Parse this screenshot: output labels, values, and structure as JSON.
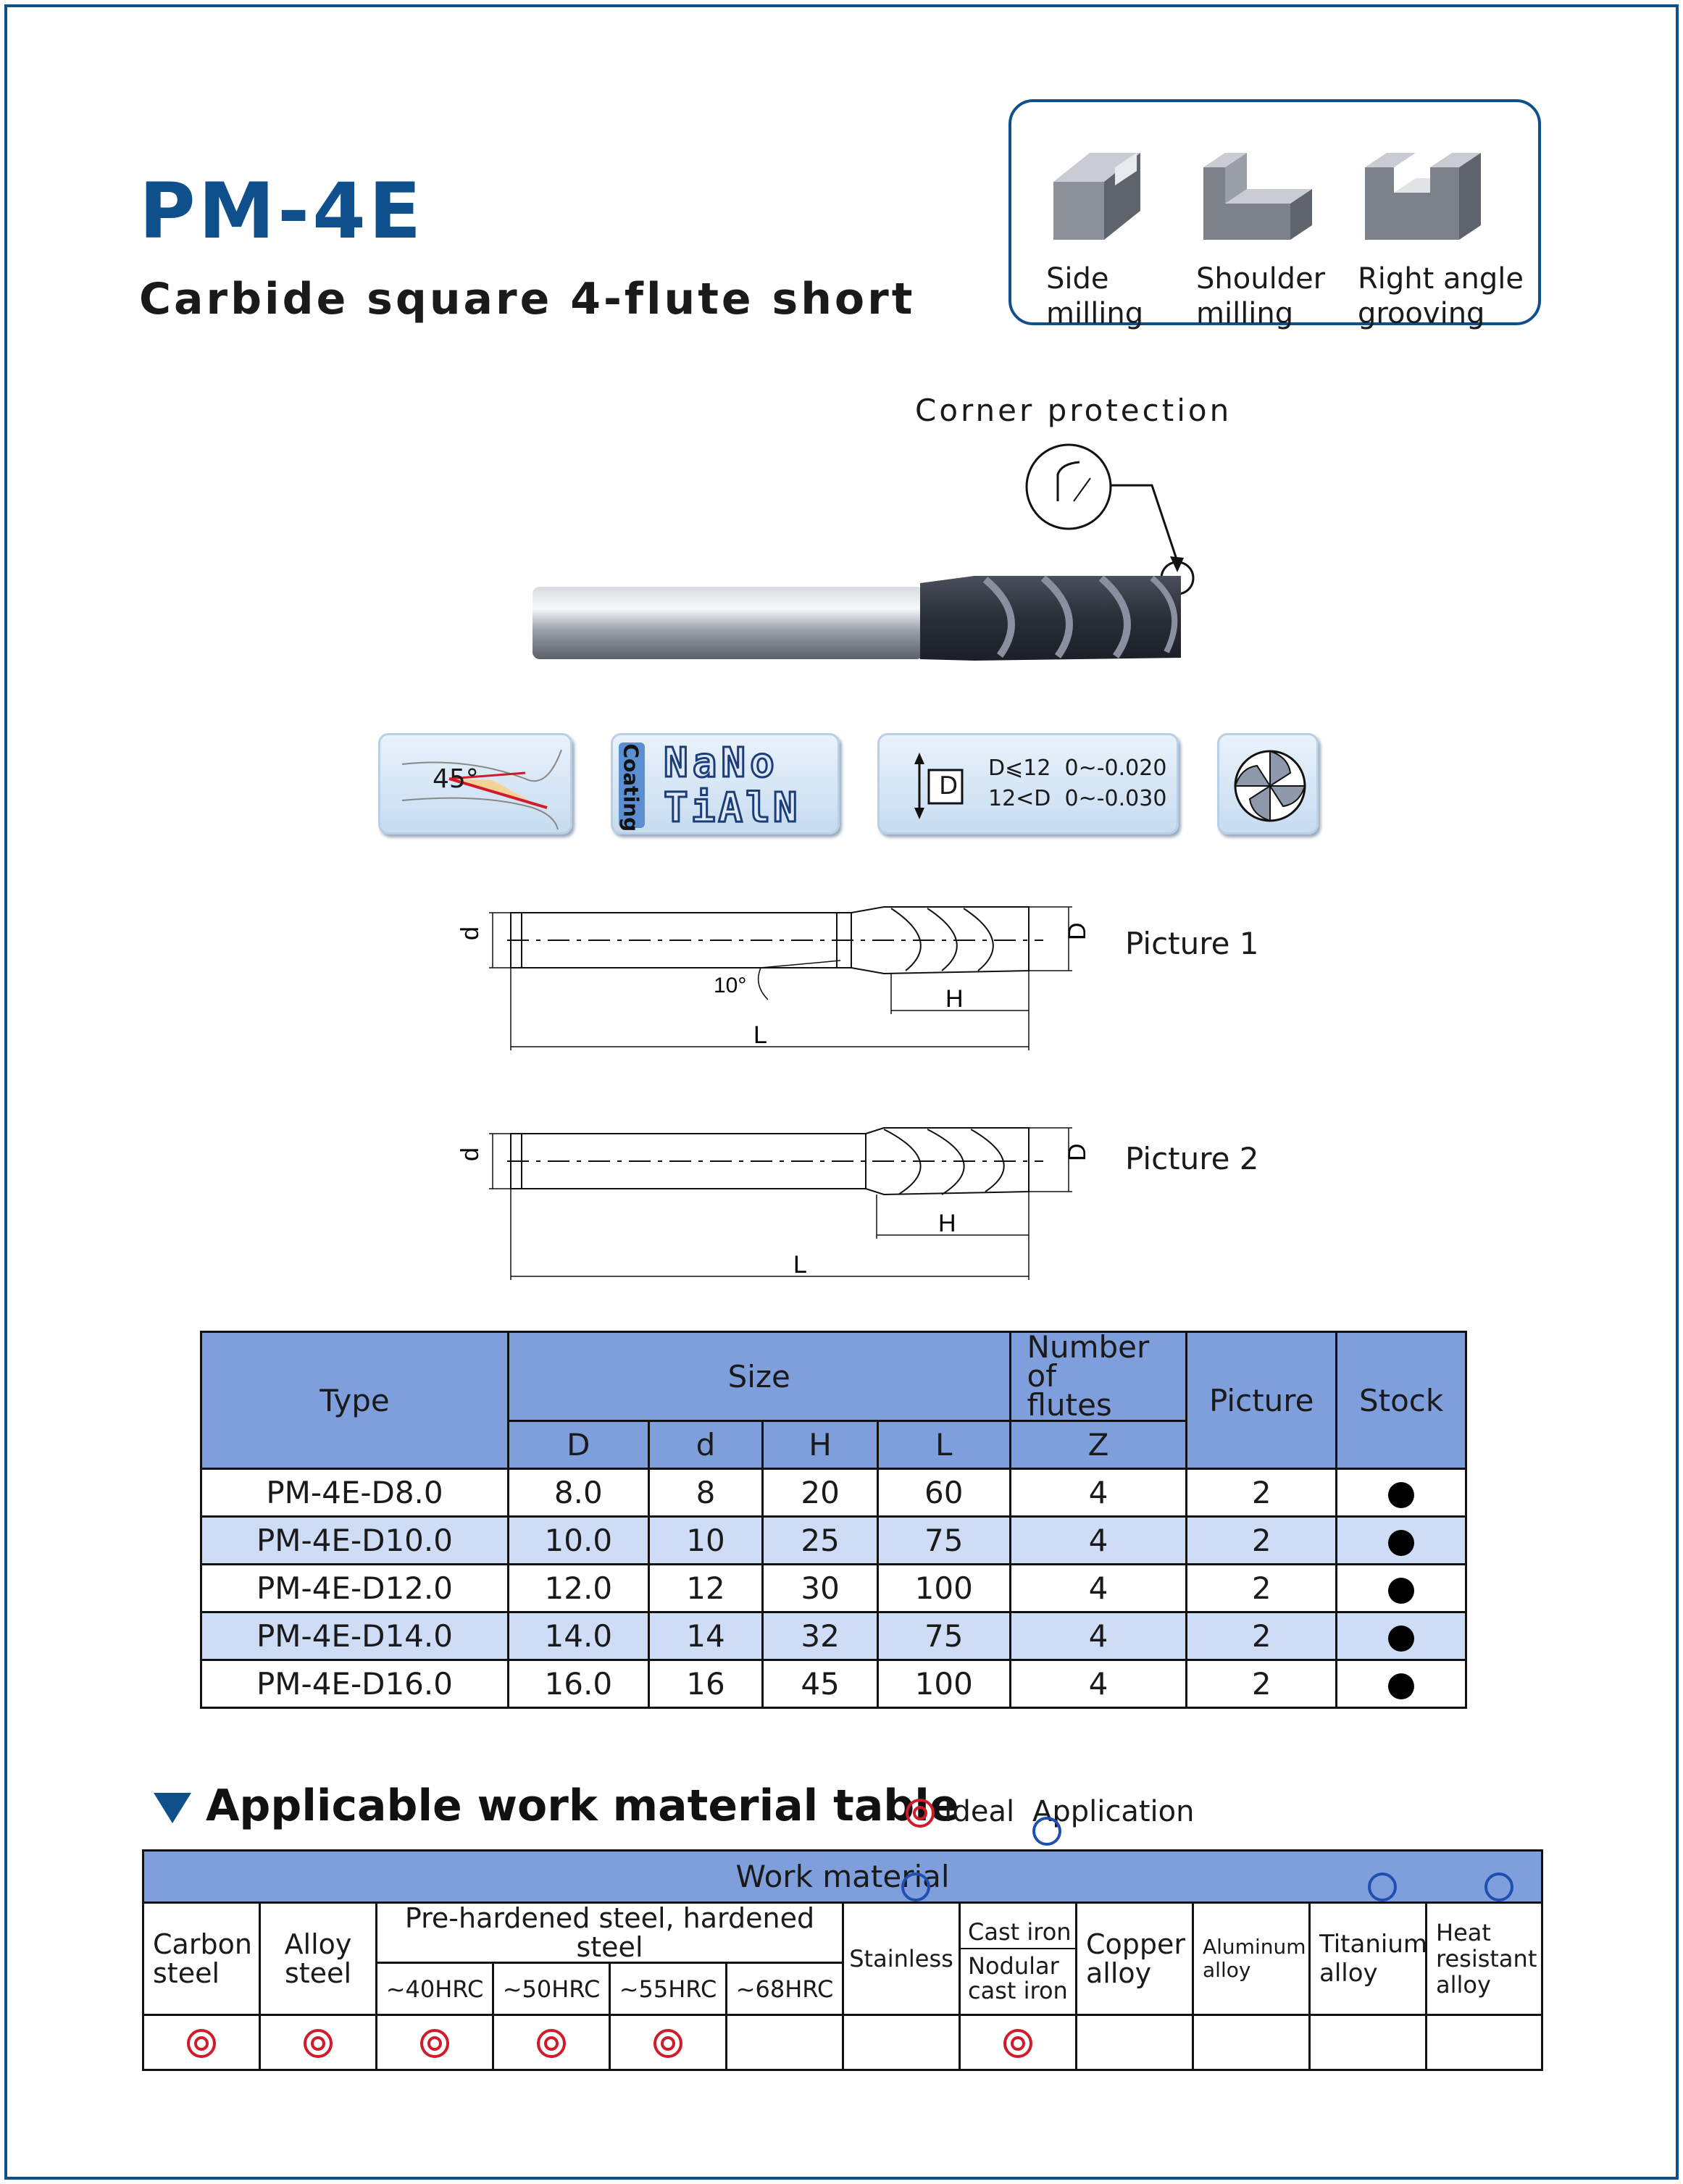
{
  "header": {
    "model": "PM-4E",
    "subtitle": "Carbide square 4-flute short"
  },
  "applications": [
    {
      "icon": "side-milling-icon",
      "label": "Side\nmilling"
    },
    {
      "icon": "shoulder-milling-icon",
      "label": "Shoulder\nmilling"
    },
    {
      "icon": "right-angle-grooving-icon",
      "label": "Right angle\ngrooving"
    }
  ],
  "corner_protection": "Corner protection",
  "features": {
    "helix_angle": "45°",
    "coating_label": "Coating",
    "coating_line1": "NaNo",
    "coating_line2": "TiAlN",
    "tolerance_symbol": "D",
    "tolerance_line1": "D⩽12  0~-0.020",
    "tolerance_line2": "12<D  0~-0.030"
  },
  "drawings": {
    "picture1_label": "Picture 1",
    "picture2_label": "Picture 2",
    "dim_d": "d",
    "dim_D": "D",
    "dim_H": "H",
    "dim_L": "L",
    "angle": "10°"
  },
  "spec_table": {
    "headers": {
      "type": "Type",
      "size": "Size",
      "flutes": "Number of\nflutes",
      "picture": "Picture",
      "stock": "Stock",
      "D": "D",
      "d": "d",
      "H": "H",
      "L": "L",
      "Z": "Z"
    },
    "rows": [
      {
        "type": "PM-4E-D8.0",
        "D": "8.0",
        "d": "8",
        "H": "20",
        "L": "60",
        "Z": "4",
        "picture": "2",
        "stock": true
      },
      {
        "type": "PM-4E-D10.0",
        "D": "10.0",
        "d": "10",
        "H": "25",
        "L": "75",
        "Z": "4",
        "picture": "2",
        "stock": true
      },
      {
        "type": "PM-4E-D12.0",
        "D": "12.0",
        "d": "12",
        "H": "30",
        "L": "100",
        "Z": "4",
        "picture": "2",
        "stock": true
      },
      {
        "type": "PM-4E-D14.0",
        "D": "14.0",
        "d": "14",
        "H": "32",
        "L": "75",
        "Z": "4",
        "picture": "2",
        "stock": true
      },
      {
        "type": "PM-4E-D16.0",
        "D": "16.0",
        "d": "16",
        "H": "45",
        "L": "100",
        "Z": "4",
        "picture": "2",
        "stock": true
      }
    ]
  },
  "materials": {
    "title": "Applicable work material table",
    "legend_ideal": "Ideal",
    "legend_application": "Application",
    "header": "Work material",
    "carbon": "Carbon\nsteel",
    "alloy": "Alloy\nsteel",
    "prehardened": "Pre-hardened steel, hardened steel",
    "hrc40": "~40HRC",
    "hrc50": "~50HRC",
    "hrc55": "~55HRC",
    "hrc68": "~68HRC",
    "stainless": "Stainless",
    "castiron": "Cast iron",
    "nodular": "Nodular\ncast iron",
    "copper": "Copper\nalloy",
    "aluminum": "Aluminum\nalloy",
    "titanium": "Titanium\nalloy",
    "heat": "Heat\nresistant\nalloy",
    "ratings": [
      "ideal",
      "ideal",
      "ideal",
      "ideal",
      "ideal",
      "",
      "application",
      "ideal",
      "",
      "",
      "application",
      "application"
    ],
    "colors": {
      "ideal": "#d11a2a",
      "application": "#1f4fb0"
    }
  }
}
